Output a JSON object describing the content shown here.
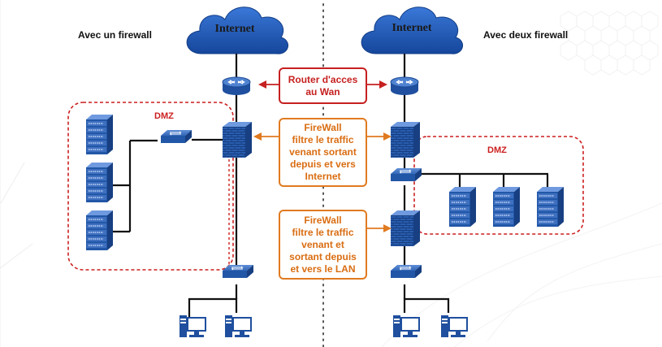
{
  "headings": {
    "left": "Avec un firewall",
    "right": "Avec deux firewall"
  },
  "clouds": {
    "left": "Internet",
    "right": "Internet"
  },
  "dmz": {
    "left": "DMZ",
    "right": "DMZ"
  },
  "callouts": {
    "router": "Router d'acces\nau Wan",
    "firewall_top": "FireWall\nfiltre le traffic\nvenant sortant\ndepuis et vers\nInternet",
    "firewall_bottom": "FireWall\nfiltre le traffic\nvenant et\nsortant depuis\net vers le LAN"
  },
  "colors": {
    "cloud": "#1f57b5",
    "device": "#2257a7",
    "red": "#c62020",
    "orange": "#e07a20"
  }
}
